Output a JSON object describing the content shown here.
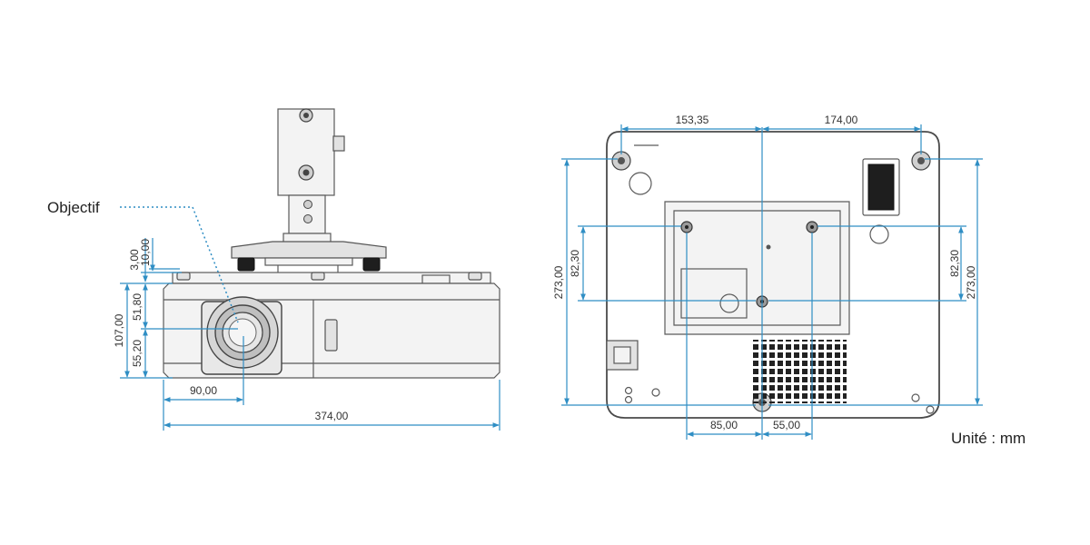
{
  "labels": {
    "lens": "Objectif",
    "unit": "Unité : mm"
  },
  "dimensions": {
    "front_width": "374,00",
    "lens_offset_x": "90,00",
    "height_total": "107,00",
    "lens_to_top": "51,80",
    "lens_to_bottom": "55,20",
    "foot_height": "3,00",
    "mount_gap": "10,00",
    "top_left": "153,35",
    "top_right": "174,00",
    "depth_left": "273,00",
    "depth_right": "273,00",
    "mount_height_left": "82,30",
    "mount_height_right": "82,30",
    "bottom_left": "85,00",
    "bottom_right": "55,00"
  },
  "colors": {
    "dimension_line": "#2f8ec4",
    "outline": "#5a5a5a",
    "text": "#333333"
  }
}
